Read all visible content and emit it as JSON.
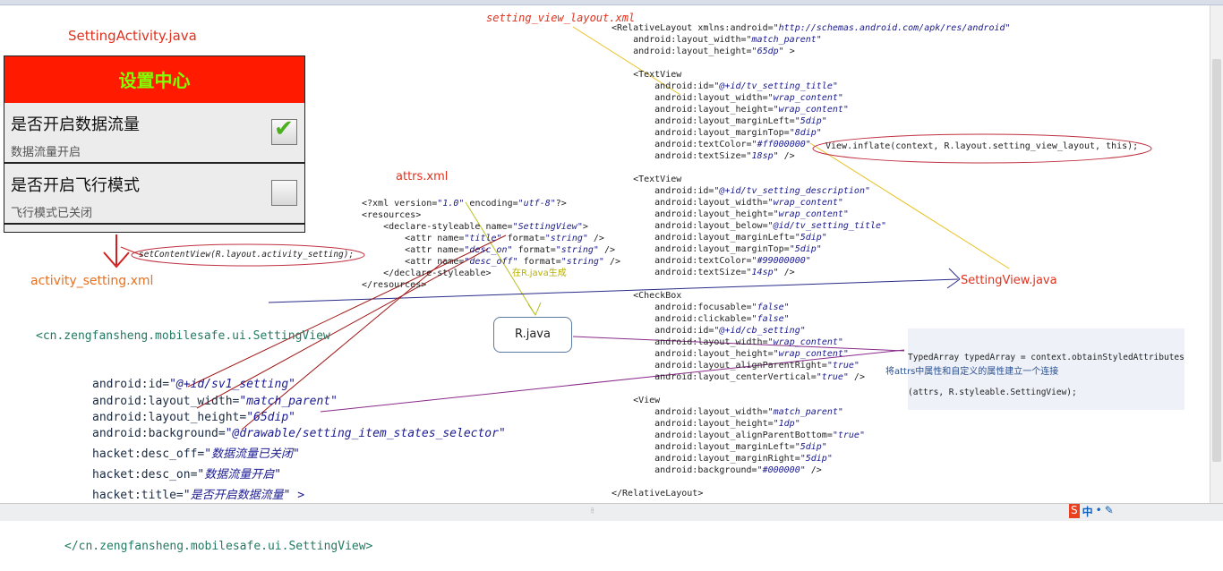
{
  "labels": {
    "setting_activity_java": "SettingActivity.java",
    "setting_view_layout_xml": "setting_view_layout.xml",
    "attrs_xml": "attrs.xml",
    "activity_setting_xml": "activity_setting.xml",
    "setting_view_java": "SettingView.java",
    "r_java": "R.java",
    "gen_note": "在R.java生成",
    "link_note": "将attrs中属性和自定义的属性建立一个连接"
  },
  "phone": {
    "title": "设置中心",
    "rows": [
      {
        "title": "是否开启数据流量",
        "desc": "数据流量开启",
        "checked": true
      },
      {
        "title": "是否开启飞行模式",
        "desc": "飞行模式已关闭",
        "checked": false
      }
    ]
  },
  "callouts": {
    "set_content_view": "setContentView(R.layout.activity_setting);",
    "inflate": "View.inflate(context, R.layout.setting_view_layout, this);",
    "typed_array_1": "TypedArray typedArray = context.obtainStyledAttributes",
    "typed_array_2": "(attrs, R.styleable.SettingView);"
  },
  "activity_setting_code": {
    "open": "<cn.zengfansheng.mobilesafe.ui.SettingView",
    "attrs": [
      {
        "k": "android:id=",
        "v": "\"@+id/sv1_setting\""
      },
      {
        "k": "android:layout_width=",
        "v": "\"match_parent\""
      },
      {
        "k": "android:layout_height=",
        "v": "\"65dip\""
      },
      {
        "k": "android:background=",
        "v": "\"@drawable/setting_item_states_selector\""
      },
      {
        "k": "hacket:desc_off=",
        "v": "\"数据流量已关闭\""
      },
      {
        "k": "hacket:desc_on=",
        "v": "\"数据流量开启\""
      },
      {
        "k": "hacket:title=",
        "v": "\"是否开启数据流量\" >"
      }
    ],
    "close": "</cn.zengfansheng.mobilesafe.ui.SettingView>"
  },
  "attrs_code": [
    {
      "p": "<?xml version=",
      "v": "\"1.0\"",
      "q": " encoding=",
      "w": "\"utf-8\"",
      "r": "?>"
    },
    {
      "p": "<resources>"
    },
    {
      "p": "    <declare-styleable name=",
      "v": "\"SettingView\"",
      "r": ">"
    },
    {
      "p": "        <attr name=",
      "v": "\"title\"",
      "q": " format=",
      "w": "\"string\"",
      "r": " />"
    },
    {
      "p": "        <attr name=",
      "v": "\"desc_on\"",
      "q": " format=",
      "w": "\"string\"",
      "r": " />"
    },
    {
      "p": "        <attr name=",
      "v": "\"desc_off\"",
      "q": " format=",
      "w": "\"string\"",
      "r": " />"
    },
    {
      "p": "    </declare-styleable>"
    },
    {
      "p": "</resources>"
    }
  ],
  "layout_code": [
    {
      "p": "<RelativeLayout xmlns:android=",
      "v": "\"http://schemas.android.com/apk/res/android\""
    },
    {
      "p": "    android:layout_width=",
      "v": "\"match_parent\""
    },
    {
      "p": "    android:layout_height=",
      "v": "\"65dp\"",
      "r": " >"
    },
    {
      "p": ""
    },
    {
      "p": "    <TextView"
    },
    {
      "p": "        android:id=",
      "v": "\"@+id/tv_setting_title\""
    },
    {
      "p": "        android:layout_width=",
      "v": "\"wrap_content\""
    },
    {
      "p": "        android:layout_height=",
      "v": "\"wrap_content\""
    },
    {
      "p": "        android:layout_marginLeft=",
      "v": "\"5dip\""
    },
    {
      "p": "        android:layout_marginTop=",
      "v": "\"8dip\""
    },
    {
      "p": "        android:textColor=",
      "v": "\"#ff000000\""
    },
    {
      "p": "        android:textSize=",
      "v": "\"18sp\"",
      "r": " />"
    },
    {
      "p": ""
    },
    {
      "p": "    <TextView"
    },
    {
      "p": "        android:id=",
      "v": "\"@+id/tv_setting_description\""
    },
    {
      "p": "        android:layout_width=",
      "v": "\"wrap_content\""
    },
    {
      "p": "        android:layout_height=",
      "v": "\"wrap_content\""
    },
    {
      "p": "        android:layout_below=",
      "v": "\"@id/tv_setting_title\""
    },
    {
      "p": "        android:layout_marginLeft=",
      "v": "\"5dip\""
    },
    {
      "p": "        android:layout_marginTop=",
      "v": "\"5dip\""
    },
    {
      "p": "        android:textColor=",
      "v": "\"#99000000\""
    },
    {
      "p": "        android:textSize=",
      "v": "\"14sp\"",
      "r": " />"
    },
    {
      "p": ""
    },
    {
      "p": "    <CheckBox"
    },
    {
      "p": "        android:focusable=",
      "v": "\"false\""
    },
    {
      "p": "        android:clickable=",
      "v": "\"false\""
    },
    {
      "p": "        android:id=",
      "v": "\"@+id/cb_setting\""
    },
    {
      "p": "        android:layout_width=",
      "v": "\"wrap_content\""
    },
    {
      "p": "        android:layout_height=",
      "v": "\"wrap_content\""
    },
    {
      "p": "        android:layout_alignParentRight=",
      "v": "\"true\""
    },
    {
      "p": "        android:layout_centerVertical=",
      "v": "\"true\"",
      "r": " />"
    },
    {
      "p": ""
    },
    {
      "p": "    <View"
    },
    {
      "p": "        android:layout_width=",
      "v": "\"match_parent\""
    },
    {
      "p": "        android:layout_height=",
      "v": "\"1dp\""
    },
    {
      "p": "        android:layout_alignParentBottom=",
      "v": "\"true\""
    },
    {
      "p": "        android:layout_marginLeft=",
      "v": "\"5dip\""
    },
    {
      "p": "        android:layout_marginRight=",
      "v": "\"5dip\""
    },
    {
      "p": "        android:background=",
      "v": "\"#000000\"",
      "r": " />"
    },
    {
      "p": ""
    },
    {
      "p": "</RelativeLayout>"
    }
  ],
  "status_bar": {
    "ime_icons": [
      "S",
      "中",
      "•",
      "✎"
    ]
  },
  "colors": {
    "title_bar": "#ff1a00",
    "title_text": "#7fff00",
    "label_red": "#e0321e"
  }
}
